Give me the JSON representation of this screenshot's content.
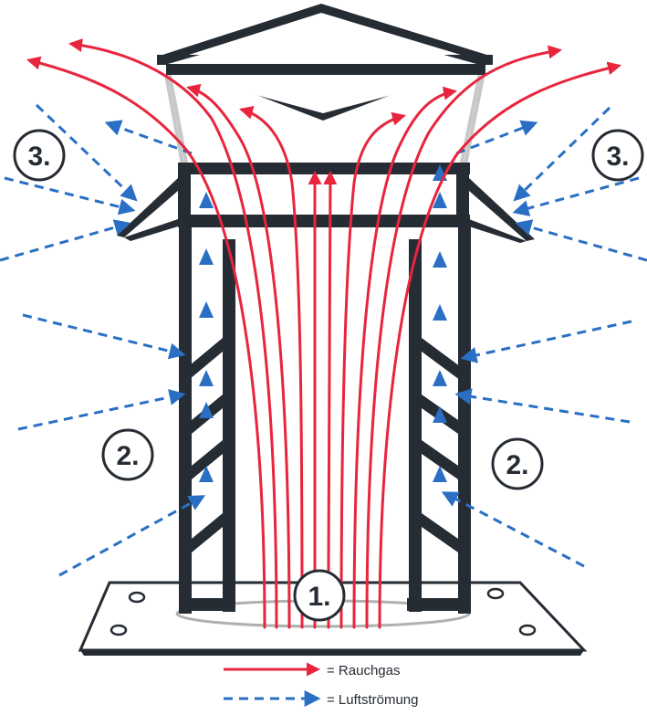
{
  "diagram": {
    "labels": {
      "one": "1.",
      "two": "2.",
      "three": "3."
    },
    "legend": {
      "smoke_label": "= Rauchgas",
      "air_label": "= Luftströmung"
    },
    "colors": {
      "structure": "#262c34",
      "smoke": "#e8253d",
      "air": "#2a6fc4",
      "mesh": "#c8c8c8",
      "plate_outline": "#262c34",
      "background": "#ffffff"
    }
  }
}
